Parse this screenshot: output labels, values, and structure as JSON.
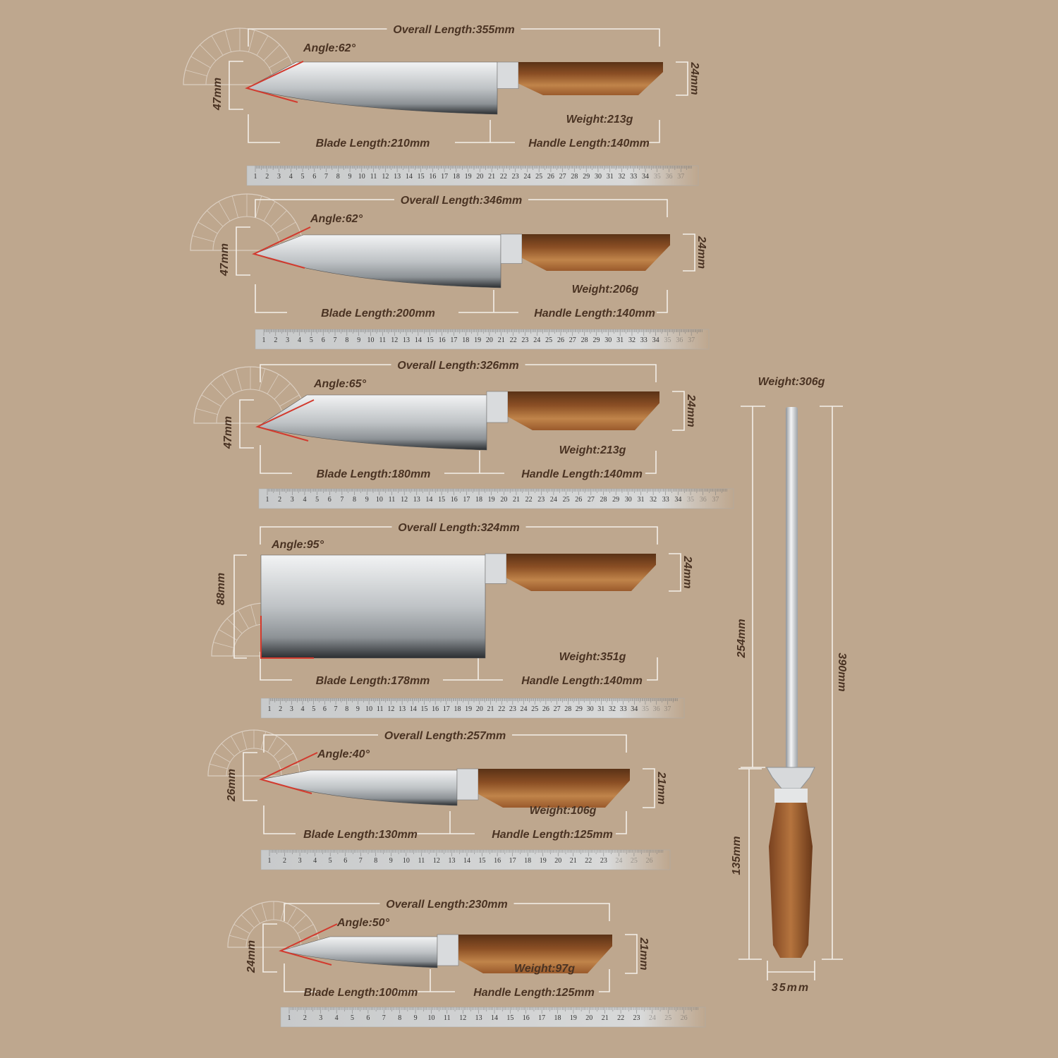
{
  "colors": {
    "background": "#bea78e",
    "label_text": "#4a3323",
    "angle_marker": "#d23a2e",
    "dimension_lines": "#f4efe8",
    "handle_wood": "#9a5a2c",
    "blade_steel": "#c9cccf"
  },
  "knives": [
    {
      "overall": "Overall Length:355mm",
      "angle": "Angle:62°",
      "blade_height": "47mm",
      "handle_height": "24mm",
      "weight": "Weight:213g",
      "blade_length": "Blade Length:210mm",
      "handle_length": "Handle Length:140mm",
      "ruler_numbers": [
        1,
        2,
        3,
        4,
        5,
        6,
        7,
        8,
        9,
        10,
        11,
        12,
        13,
        14,
        15,
        16,
        17,
        18,
        19,
        20,
        21,
        22,
        23,
        24,
        25,
        26,
        27,
        28,
        29,
        30,
        31,
        32,
        33,
        34,
        35,
        36,
        37
      ]
    },
    {
      "overall": "Overall Length:346mm",
      "angle": "Angle:62°",
      "blade_height": "47mm",
      "handle_height": "24mm",
      "weight": "Weight:206g",
      "blade_length": "Blade Length:200mm",
      "handle_length": "Handle Length:140mm",
      "ruler_numbers": [
        1,
        2,
        3,
        4,
        5,
        6,
        7,
        8,
        9,
        10,
        11,
        12,
        13,
        14,
        15,
        16,
        17,
        18,
        19,
        20,
        21,
        22,
        23,
        24,
        25,
        26,
        27,
        28,
        29,
        30,
        31,
        32,
        33,
        34,
        35,
        36,
        37
      ]
    },
    {
      "overall": "Overall Length:326mm",
      "angle": "Angle:65°",
      "blade_height": "47mm",
      "handle_height": "24mm",
      "weight": "Weight:213g",
      "blade_length": "Blade Length:180mm",
      "handle_length": "Handle Length:140mm",
      "ruler_numbers": [
        1,
        2,
        3,
        4,
        5,
        6,
        7,
        8,
        9,
        10,
        11,
        12,
        13,
        14,
        15,
        16,
        17,
        18,
        19,
        20,
        21,
        22,
        23,
        24,
        25,
        26,
        27,
        28,
        29,
        30,
        31,
        32,
        33,
        34,
        35,
        36,
        37
      ]
    },
    {
      "overall": "Overall Length:324mm",
      "angle": "Angle:95°",
      "blade_height": "88mm",
      "handle_height": "24mm",
      "weight": "Weight:351g",
      "blade_length": "Blade Length:178mm",
      "handle_length": "Handle Length:140mm",
      "ruler_numbers": [
        1,
        2,
        3,
        4,
        5,
        6,
        7,
        8,
        9,
        10,
        11,
        12,
        13,
        14,
        15,
        16,
        17,
        18,
        19,
        20,
        21,
        22,
        23,
        24,
        25,
        26,
        27,
        28,
        29,
        30,
        31,
        32,
        33,
        34,
        35,
        36,
        37
      ]
    },
    {
      "overall": "Overall Length:257mm",
      "angle": "Angle:40°",
      "blade_height": "26mm",
      "handle_height": "21mm",
      "weight": "Weight:106g",
      "blade_length": "Blade Length:130mm",
      "handle_length": "Handle Length:125mm",
      "ruler_numbers": [
        1,
        2,
        3,
        4,
        5,
        6,
        7,
        8,
        9,
        10,
        11,
        12,
        13,
        14,
        15,
        16,
        17,
        18,
        19,
        20,
        21,
        22,
        23,
        24,
        25,
        26
      ]
    },
    {
      "overall": "Overall Length:230mm",
      "angle": "Angle:50°",
      "blade_height": "24mm",
      "handle_height": "21mm",
      "weight": "Weight:97g",
      "blade_length": "Blade Length:100mm",
      "handle_length": "Handle Length:125mm",
      "ruler_numbers": [
        1,
        2,
        3,
        4,
        5,
        6,
        7,
        8,
        9,
        10,
        11,
        12,
        13,
        14,
        15,
        16,
        17,
        18,
        19,
        20,
        21,
        22,
        23,
        24,
        25,
        26
      ]
    }
  ],
  "sharpener": {
    "weight": "Weight:306g",
    "rod_length": "254mm",
    "overall_length": "390mm",
    "handle_length": "135mm",
    "guard_width": "35mm"
  }
}
